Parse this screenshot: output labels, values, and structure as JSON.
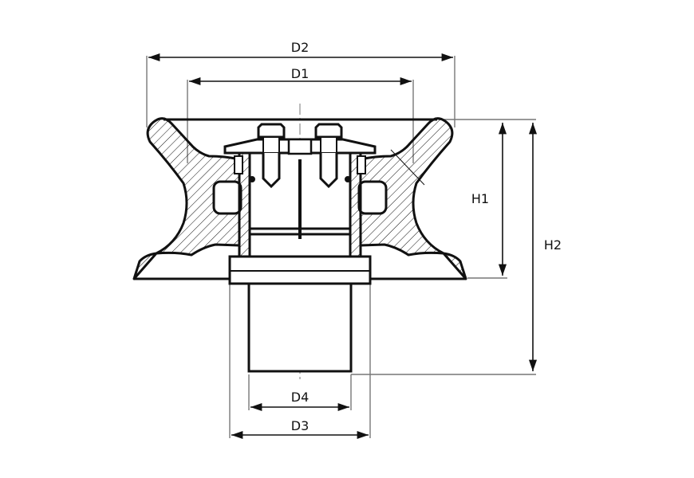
{
  "dimensions": {
    "d2": "D2",
    "d1": "D1",
    "h1": "H1",
    "h2": "H2",
    "d4": "D4",
    "d3": "D3"
  },
  "colors": {
    "ink": "#111111",
    "extension_line": "#777777",
    "background": "#ffffff"
  }
}
